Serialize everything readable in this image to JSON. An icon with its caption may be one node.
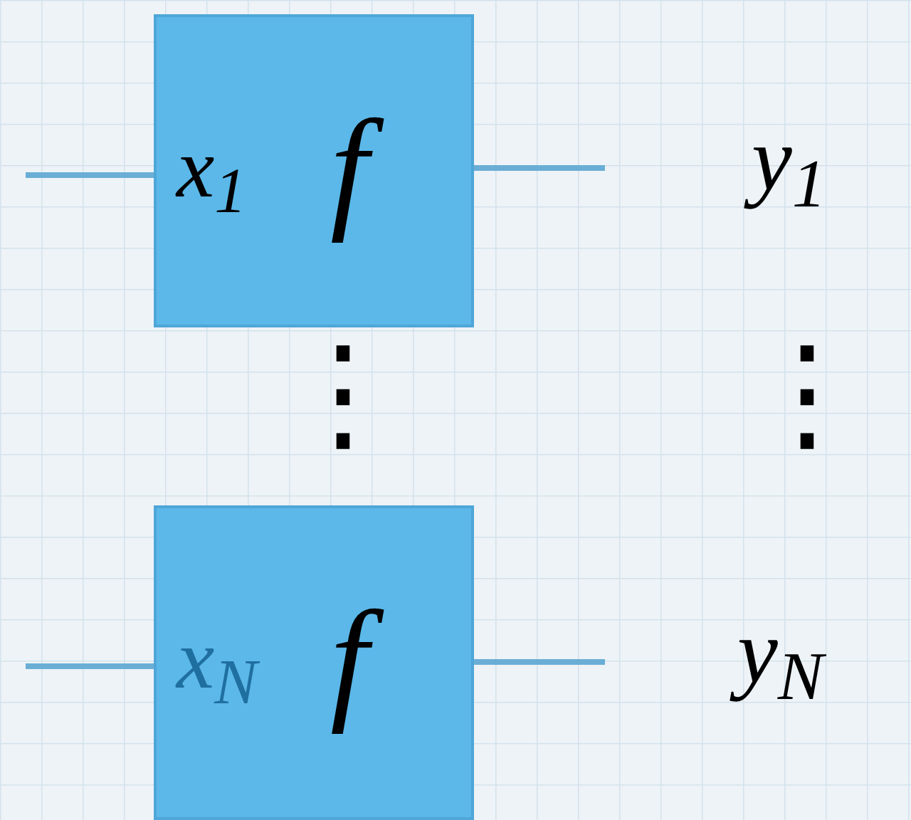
{
  "diagram": {
    "nodes": [
      {
        "text": [
          "x$_{1}$",
          "f"
        ]
      },
      {
        "text": [
          "x$_{N}$",
          "f"
        ]
      }
    ],
    "edges": [
      {
        "from": null,
        "to": 0,
        "arrow": "none"
      },
      {
        "from": 0,
        "to": null,
        "arrow": "none"
      },
      {
        "from": null,
        "to": 1,
        "arrow": "none"
      },
      {
        "from": 1,
        "to": null,
        "arrow": "none"
      }
    ],
    "labels": [
      "y$_{1}$",
      "⋮",
      "⋮",
      "y$_{N}$"
    ]
  }
}
